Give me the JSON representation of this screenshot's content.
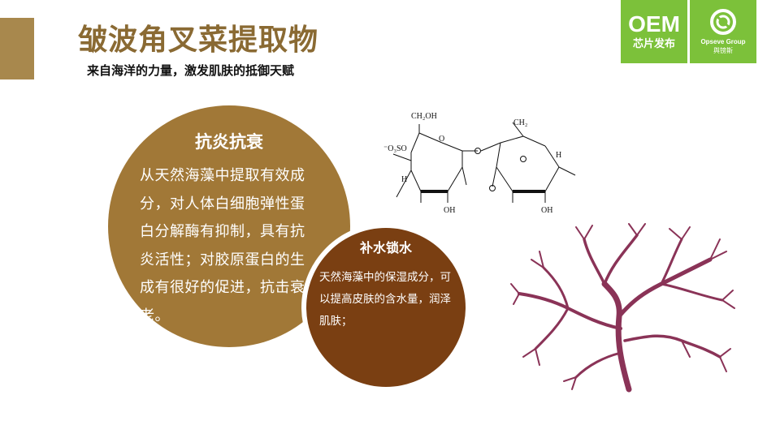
{
  "header": {
    "title": "皱波角叉菜提取物",
    "subtitle": "来自海洋的力量，激发肌肤的抵御天赋"
  },
  "logo_oem": {
    "main": "OEM",
    "sub": "芯片发布"
  },
  "logo_group": {
    "name_en": "Opseve Group",
    "name_cn": "舆镑斯"
  },
  "circle_big": {
    "heading": "抗炎抗衰",
    "body": "从天然海藻中提取有效成分，对人体白细胞弹性蛋白分解酶有抑制，具有抗炎活性；对胶原蛋白的生成有很好的促进，抗击衰老。"
  },
  "circle_small": {
    "heading": "补水锁水",
    "body": "天然海藻中的保湿成分，可以提高皮肤的含水量，润泽肌肤；"
  },
  "structure_labels": {
    "ch2oh": "CH₂OH",
    "o3so": "⁻O₃SO",
    "ch2": "CH₂",
    "h": "H",
    "oh": "OH",
    "o": "O"
  },
  "colors": {
    "accent": "#a8884d",
    "title": "#8a6a33",
    "circle_big": "#a17837",
    "circle_small": "#7a3f12",
    "logo_green": "#7cc13a",
    "seaweed": "#8a3357"
  },
  "icons": [
    "ring-logo-icon",
    "molecule-structure-icon",
    "seaweed-image"
  ]
}
